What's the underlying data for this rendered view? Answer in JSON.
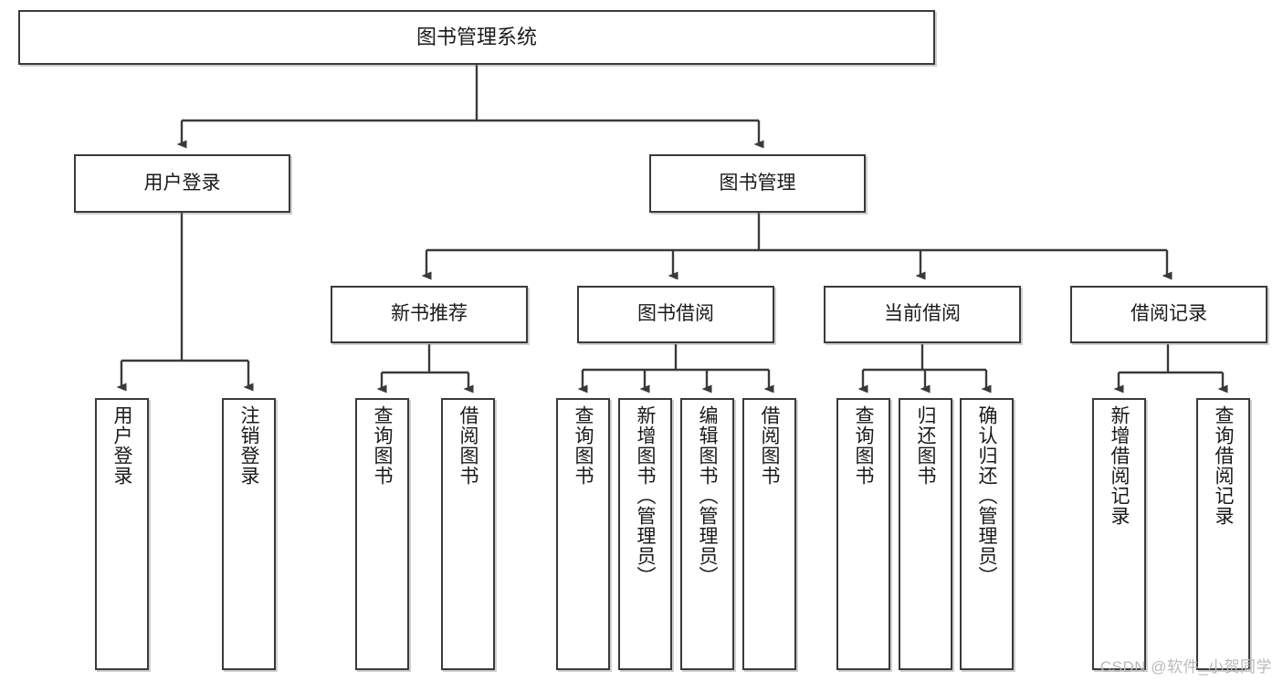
{
  "diagram": {
    "type": "tree-hierarchy",
    "title": "图书管理系统",
    "watermark": "CSDN @软件_小贺同学",
    "colors": {
      "box_border": "#3a3a3a",
      "box_fill": "#ffffff",
      "text": "#1a1a1a",
      "edge": "#3a3a3a",
      "watermark": "#b9b9b9",
      "background": "#ffffff"
    },
    "nodes": {
      "root": {
        "label": "图书管理系统"
      },
      "level2": [
        {
          "id": "user-login",
          "label": "用户登录"
        },
        {
          "id": "book-management",
          "label": "图书管理"
        }
      ],
      "level3": [
        {
          "id": "new-book-recommend",
          "label": "新书推荐"
        },
        {
          "id": "book-borrow",
          "label": "图书借阅"
        },
        {
          "id": "current-borrow",
          "label": "当前借阅"
        },
        {
          "id": "borrow-record",
          "label": "借阅记录"
        }
      ],
      "leaves": {
        "user_login": [
          {
            "id": "leaf-user-login",
            "label": "用户登录"
          },
          {
            "id": "leaf-logout-login",
            "label": "注销登录"
          }
        ],
        "new_book_recommend": [
          {
            "id": "leaf-query-book-1",
            "label": "查询图书"
          },
          {
            "id": "leaf-borrow-book-1",
            "label": "借阅图书"
          }
        ],
        "book_borrow": [
          {
            "id": "leaf-query-book-2",
            "label": "查询图书"
          },
          {
            "id": "leaf-add-book-admin",
            "label": "新增图书（管理员）"
          },
          {
            "id": "leaf-edit-book-admin",
            "label": "编辑图书（管理员）"
          },
          {
            "id": "leaf-borrow-book-2",
            "label": "借阅图书"
          }
        ],
        "current_borrow": [
          {
            "id": "leaf-query-book-3",
            "label": "查询图书"
          },
          {
            "id": "leaf-return-book",
            "label": "归还图书"
          },
          {
            "id": "leaf-confirm-return-admin",
            "label": "确认归还（管理员）"
          }
        ],
        "borrow_record": [
          {
            "id": "leaf-add-borrow-record",
            "label": "新增借阅记录"
          },
          {
            "id": "leaf-query-borrow-record",
            "label": "查询借阅记录"
          }
        ]
      }
    }
  }
}
